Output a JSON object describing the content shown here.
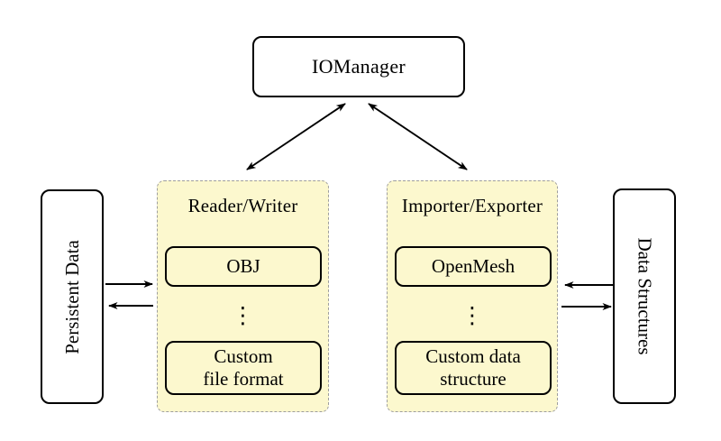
{
  "diagram": {
    "io_manager": {
      "label": "IOManager"
    },
    "left_side_box": {
      "label": "Persistent Data"
    },
    "right_side_box": {
      "label": "Data Structures"
    },
    "reader_writer": {
      "label": "Reader/Writer",
      "item_top": "OBJ",
      "ellipsis": "⋮",
      "item_bottom_line1": "Custom",
      "item_bottom_line2": "file format"
    },
    "importer_exporter": {
      "label": "Importer/Exporter",
      "item_top": "OpenMesh",
      "ellipsis": "⋮",
      "item_bottom_line1": "Custom data",
      "item_bottom_line2": "structure"
    },
    "colors": {
      "panel_fill": "#FCF8CE",
      "panel_border": "#9E9E9E",
      "ink": "#000000",
      "background": "#FFFFFF"
    }
  }
}
